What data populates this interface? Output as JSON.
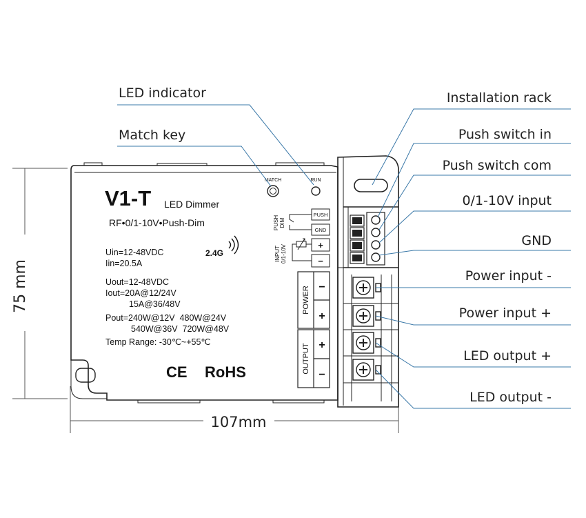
{
  "callouts": {
    "led_indicator": "LED indicator",
    "match_key": "Match key",
    "installation_rack": "Installation rack",
    "push_switch_in": "Push switch in",
    "push_switch_com": "Push switch com",
    "input_010v": "0/1-10V input",
    "gnd": "GND",
    "power_input_minus": "Power input -",
    "power_input_plus": "Power input +",
    "led_output_plus": "LED output +",
    "led_output_minus": "LED output -"
  },
  "dimensions": {
    "height": "75 mm",
    "width": "107mm"
  },
  "device": {
    "model": "V1-T",
    "model_suffix": "LED Dimmer",
    "features": "RF•0/1-10V•Push-Dim",
    "match_label": "MATCH",
    "run_label": "RUN",
    "rf_band": "2.4G",
    "spec_uin": "Uin=12-48VDC",
    "spec_iin": "Iin=20.5A",
    "spec_uout": "Uout=12-48VDC",
    "spec_iout1": "Iout=20A@12/24V",
    "spec_iout2": "15A@36/48V",
    "spec_pout1": "Pout=240W@12V  480W@24V",
    "spec_pout2": "540W@36V  720W@48V",
    "spec_temp": "Temp Range: -30℃~+55℃",
    "ce_mark": "CE",
    "rohs_mark": "RoHS",
    "push_dim_label_1": "PUSH",
    "push_dim_label_2": "DIM",
    "push_box": "PUSH",
    "gnd_box": "GND",
    "input_label_1": "INPUT",
    "input_label_2": "0/1-10V",
    "plus_sign": "+",
    "minus_sign": "−",
    "power_label": "POWER",
    "output_label": "OUTPUT"
  },
  "colors": {
    "callout_line": "#3a78a8",
    "device_outline": "#222222",
    "dimension_line": "#555555"
  }
}
